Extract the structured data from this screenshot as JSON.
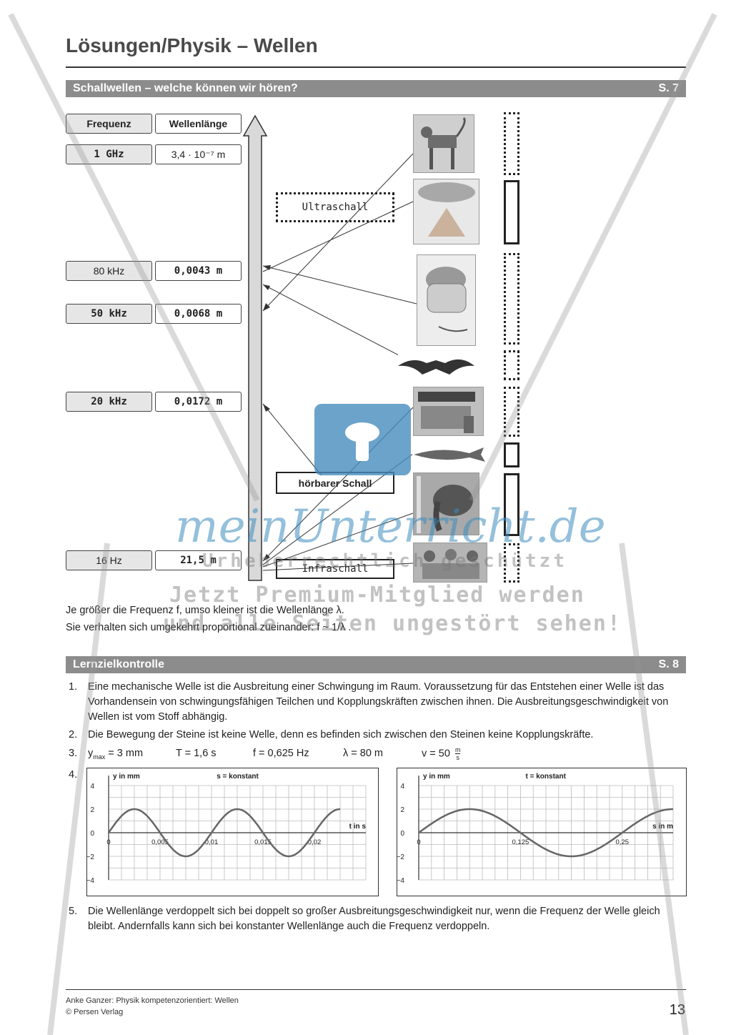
{
  "page_title": "Lösungen/Physik – Wellen",
  "section1": {
    "label": "Schallwellen – welche können wir hören?",
    "page": "S. 7"
  },
  "table": {
    "header_freq": "Frequenz",
    "header_wave": "Wellenlänge",
    "rows": [
      {
        "freq": "1 GHz",
        "wave": "3,4 · 10⁻⁷ m"
      },
      {
        "freq": "80 kHz",
        "wave": "0,0043 m"
      },
      {
        "freq": "50 kHz",
        "wave": "0,0068 m"
      },
      {
        "freq": "20 kHz",
        "wave": "0,0172 m"
      },
      {
        "freq": "16 Hz",
        "wave": "21,5 m"
      }
    ]
  },
  "labels": {
    "ultraschall": "Ultraschall",
    "hoerbar": "hörbarer Schall",
    "infraschall": "Infraschall"
  },
  "conclusion": {
    "line1": "Je größer die Frequenz f, umso kleiner ist die Wellenlänge λ.",
    "line2": "Sie verhalten sich umgekehrt proportional zueinander: f ~ 1/λ ."
  },
  "section2": {
    "label": "Lernzielkontrolle",
    "page": "S. 8"
  },
  "items": {
    "n1": "1.",
    "t1": "Eine mechanische Welle ist die Ausbreitung einer Schwingung im Raum. Voraussetzung für das Entstehen einer Welle ist das Vorhandensein von schwingungsfähigen Teilchen und Kopplungskräften zwischen ihnen. Die Ausbreitungs­geschwindigkeit von Wellen ist vom Stoff abhängig.",
    "n2": "2.",
    "t2": "Die Bewegung der Steine ist keine Welle, denn es befinden sich zwischen den Steinen keine Kopplungskräfte.",
    "n3": "3.",
    "ymax": "y",
    "ymax_sub": "max",
    "ymax_val": " = 3 mm",
    "T": "T = 1,6 s",
    "f": "f = 0,625 Hz",
    "lambda": "λ = 80 m",
    "v": "v = 50",
    "v_num": "m",
    "v_den": "s",
    "n4": "4.",
    "n5": "5.",
    "t5": "Die Wellenlänge verdoppelt sich bei doppelt so großer Ausbreitungsgeschwindigkeit nur, wenn die Frequenz der Welle gleich bleibt. Andernfalls kann sich bei konstanter Wellenlänge auch die Frequenz verdoppeln."
  },
  "chart_data": [
    {
      "type": "line",
      "title": "s = konstant",
      "ylabel": "y in mm",
      "xlabel": "t in s",
      "ylim": [
        -4,
        4
      ],
      "yticks": [
        "4",
        "2",
        "0",
        "−2",
        "−4"
      ],
      "xticks": [
        "0",
        "0,005",
        "0,01",
        "0,015",
        "0,02"
      ],
      "x": [
        0,
        0.00125,
        0.0025,
        0.00375,
        0.005,
        0.00625,
        0.0075,
        0.00875,
        0.01,
        0.01125,
        0.0125,
        0.01375,
        0.015,
        0.01625,
        0.0175,
        0.01875,
        0.02,
        0.02125,
        0.0225
      ],
      "y": [
        0,
        1.41,
        2,
        1.41,
        0,
        -1.41,
        -2,
        -1.41,
        0,
        1.41,
        2,
        1.41,
        0,
        -1.41,
        -2,
        -1.41,
        0,
        0.77,
        1.41
      ]
    },
    {
      "type": "line",
      "title": "t = konstant",
      "ylabel": "y in mm",
      "xlabel": "s in m",
      "ylim": [
        -4,
        4
      ],
      "yticks": [
        "4",
        "2",
        "0",
        "−2",
        "−4"
      ],
      "xticks": [
        "0",
        "0,125",
        "0,25"
      ],
      "x": [
        0,
        0.03125,
        0.0625,
        0.09375,
        0.125,
        0.15625,
        0.1875,
        0.21875,
        0.25,
        0.28125,
        0.3125
      ],
      "y": [
        0,
        1.41,
        2,
        1.41,
        0,
        -1.41,
        -2,
        -1.41,
        0,
        1.41,
        2
      ]
    }
  ],
  "footer": {
    "line1": "Anke Ganzer: Physik kompetenzorientiert: Wellen",
    "line2": "© Persen Verlag",
    "page_no": "13"
  },
  "watermark": {
    "brand": "meinUnterricht.de",
    "line1": "Urheberrechtlich geschützt",
    "line2": "Jetzt Premium-Mitglied werden",
    "line3": "und alle Seiten ungestört sehen!"
  }
}
